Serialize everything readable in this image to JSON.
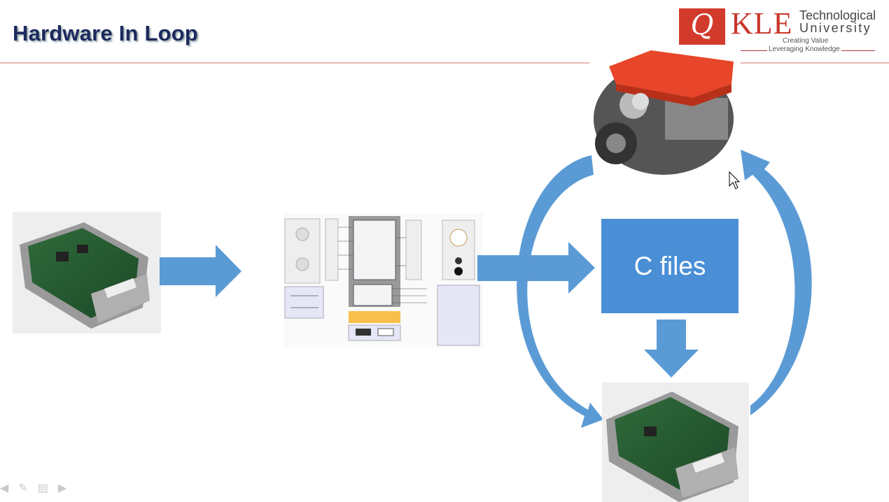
{
  "slide": {
    "title": "Hardware In Loop",
    "logo": {
      "brand": "KLE",
      "line1": "Technological",
      "line2": "University",
      "tagline1": "Creating Value",
      "tagline2": "Leveraging Knowledge"
    },
    "c_files_label": "C files",
    "colors": {
      "arrow": "#5b9bd5",
      "box": "#4a8fd6",
      "title": "#1c2a5e",
      "logo_red": "#d23b2c"
    }
  },
  "toolbar": {
    "icons": [
      "back-icon",
      "pen-icon",
      "menu-icon",
      "forward-icon"
    ]
  }
}
